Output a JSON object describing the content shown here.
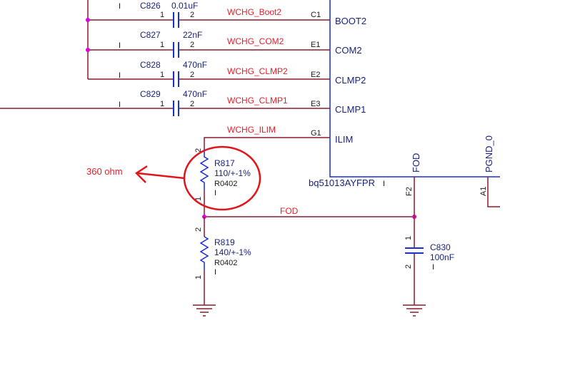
{
  "chip": {
    "name": "bq51013AYFPR",
    "instance_mark": "I",
    "pins": [
      {
        "ball": "C1",
        "name": "BOOT2"
      },
      {
        "ball": "E1",
        "name": "COM2"
      },
      {
        "ball": "E2",
        "name": "CLMP2"
      },
      {
        "ball": "E3",
        "name": "CLMP1"
      },
      {
        "ball": "G1",
        "name": "ILIM"
      },
      {
        "ball": "F2",
        "name": "FOD"
      },
      {
        "ball": "A1",
        "name": "PGND_0"
      }
    ]
  },
  "capacitors": [
    {
      "ref": "C826",
      "value": "0.01uF",
      "pin1": "1",
      "pin2": "2",
      "net": "WCHG_Boot2",
      "mark": "I"
    },
    {
      "ref": "C827",
      "value": "22nF",
      "pin1": "1",
      "pin2": "2",
      "net": "WCHG_COM2",
      "mark": "I"
    },
    {
      "ref": "C828",
      "value": "470nF",
      "pin1": "1",
      "pin2": "2",
      "net": "WCHG_CLMP2",
      "mark": "I"
    },
    {
      "ref": "C829",
      "value": "470nF",
      "pin1": "1",
      "pin2": "2",
      "net": "WCHG_CLMP1",
      "mark": "I"
    }
  ],
  "ilim_net": "WCHG_ILIM",
  "fod_net": "FOD",
  "resistors": [
    {
      "ref": "R817",
      "value": "110/+-1%",
      "package": "R0402",
      "mark": "I",
      "pin_top": "2",
      "pin_bottom": "1"
    },
    {
      "ref": "R819",
      "value": "140/+-1%",
      "package": "R0402",
      "mark": "I",
      "pin_top": "2",
      "pin_bottom": "1"
    }
  ],
  "fod_cap": {
    "ref": "C830",
    "value": "100nF",
    "mark": "I",
    "pin_top": "1",
    "pin_bottom": "2"
  },
  "annotation": {
    "text": "360 ohm"
  },
  "colors": {
    "wire": "#8b1a2b",
    "component": "#1a2fd0",
    "net_label": "#e8202a",
    "junction": "#e000e0",
    "annotation": "#e0161c"
  }
}
